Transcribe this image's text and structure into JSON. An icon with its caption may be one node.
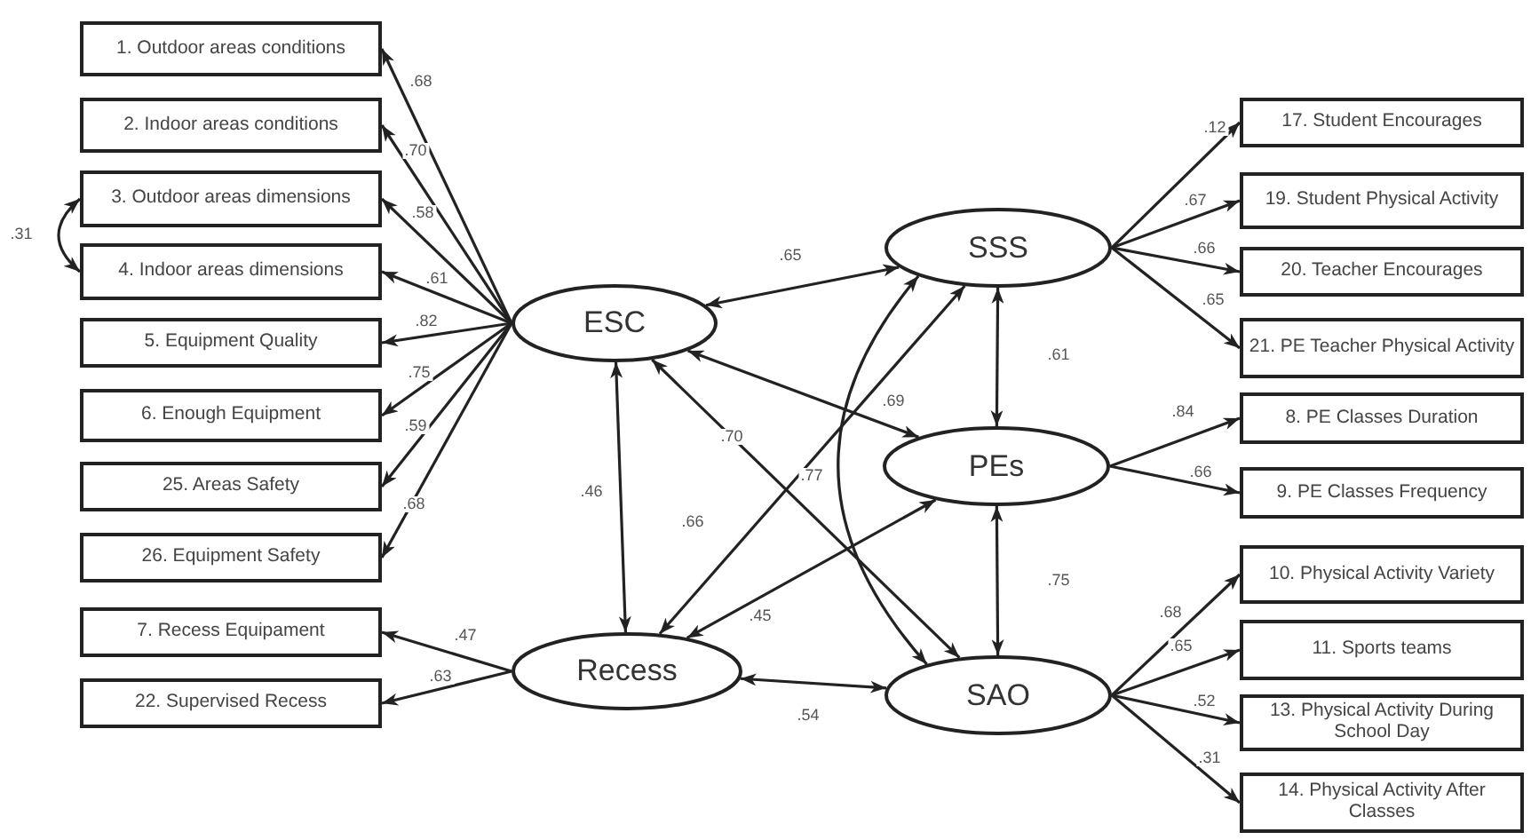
{
  "diagram": {
    "nodes": [
      {
        "text": [
          "1. Outdoor areas conditions"
        ]
      },
      {
        "text": [
          "2. Indoor areas conditions"
        ]
      },
      {
        "text": [
          "3. Outdoor areas dimensions"
        ]
      },
      {
        "text": [
          "4. Indoor areas dimensions"
        ]
      },
      {
        "text": [
          "5. Equipment Quality"
        ]
      },
      {
        "text": [
          "6. Enough Equipment"
        ]
      },
      {
        "text": [
          "25. Areas Safety"
        ]
      },
      {
        "text": [
          "26. Equipment Safety"
        ]
      },
      {
        "text": [
          "7. Recess Equipament"
        ]
      },
      {
        "text": [
          "22. Supervised Recess"
        ]
      },
      {
        "text": [
          "ESC"
        ]
      },
      {
        "text": [
          "Recess"
        ]
      },
      {
        "text": [
          "SSS"
        ]
      },
      {
        "text": [
          "PEs"
        ]
      },
      {
        "text": [
          "SAO"
        ]
      },
      {
        "text": [
          "17. Student Encourages"
        ]
      },
      {
        "text": [
          "19. Student Physical Activity"
        ]
      },
      {
        "text": [
          "20. Teacher Encourages"
        ]
      },
      {
        "text": [
          "21. PE Teacher Physical Activity"
        ]
      },
      {
        "text": [
          "8. PE Classes Duration"
        ]
      },
      {
        "text": [
          "9. PE Classes Frequency"
        ]
      },
      {
        "text": [
          "10. Physical Activity Variety"
        ]
      },
      {
        "text": [
          "11. Sports teams"
        ]
      },
      {
        "text": [
          "13. Physical Activity During School Day"
        ]
      },
      {
        "text": [
          "14. Physical Activity After Classes"
        ]
      }
    ],
    "edges": [
      {
        "from": 10,
        "to": 0,
        "arrow": "to",
        "label": ".68"
      },
      {
        "from": 10,
        "to": 1,
        "arrow": "to",
        "label": ".70"
      },
      {
        "from": 10,
        "to": 2,
        "arrow": "to",
        "label": ".58"
      },
      {
        "from": 10,
        "to": 3,
        "arrow": "to",
        "label": ".61"
      },
      {
        "from": 10,
        "to": 4,
        "arrow": "to",
        "label": ".82"
      },
      {
        "from": 10,
        "to": 5,
        "arrow": "to",
        "label": ".75"
      },
      {
        "from": 10,
        "to": 6,
        "arrow": "to",
        "label": ".59"
      },
      {
        "from": 10,
        "to": 7,
        "arrow": "to",
        "label": ".68"
      },
      {
        "from": 11,
        "to": 8,
        "arrow": "to",
        "label": ".47"
      },
      {
        "from": 11,
        "to": 9,
        "arrow": "to",
        "label": ".63"
      },
      {
        "from": 12,
        "to": 15,
        "arrow": "to",
        "label": ".12"
      },
      {
        "from": 12,
        "to": 16,
        "arrow": "to",
        "label": ".67"
      },
      {
        "from": 12,
        "to": 17,
        "arrow": "to",
        "label": ".66"
      },
      {
        "from": 12,
        "to": 18,
        "arrow": "to",
        "label": ".65"
      },
      {
        "from": 13,
        "to": 19,
        "arrow": "to",
        "label": ".84"
      },
      {
        "from": 13,
        "to": 20,
        "arrow": "to",
        "label": ".66"
      },
      {
        "from": 14,
        "to": 21,
        "arrow": "to",
        "label": ".68"
      },
      {
        "from": 14,
        "to": 22,
        "arrow": "to",
        "label": ".65"
      },
      {
        "from": 14,
        "to": 23,
        "arrow": "to",
        "label": ".52"
      },
      {
        "from": 14,
        "to": 24,
        "arrow": "to",
        "label": ".31"
      },
      {
        "from": 2,
        "to": 3,
        "arrow": "both",
        "label": ".31"
      },
      {
        "from": 10,
        "to": 12,
        "arrow": "both",
        "label": ".65"
      },
      {
        "from": 10,
        "to": 13,
        "arrow": "both",
        "label": ".69"
      },
      {
        "from": 10,
        "to": 11,
        "arrow": "both",
        "label": ".46"
      },
      {
        "from": 10,
        "to": 14,
        "arrow": "both",
        "label": ".70"
      },
      {
        "from": 11,
        "to": 12,
        "arrow": "both",
        "label": ".66"
      },
      {
        "from": 11,
        "to": 13,
        "arrow": "both",
        "label": ".45"
      },
      {
        "from": 11,
        "to": 14,
        "arrow": "both",
        "label": ".54"
      },
      {
        "from": 12,
        "to": 14,
        "arrow": "both",
        "label": ".77"
      },
      {
        "from": 12,
        "to": 13,
        "arrow": "both",
        "label": ".61"
      },
      {
        "from": 13,
        "to": 14,
        "arrow": "both",
        "label": ".75"
      }
    ]
  }
}
